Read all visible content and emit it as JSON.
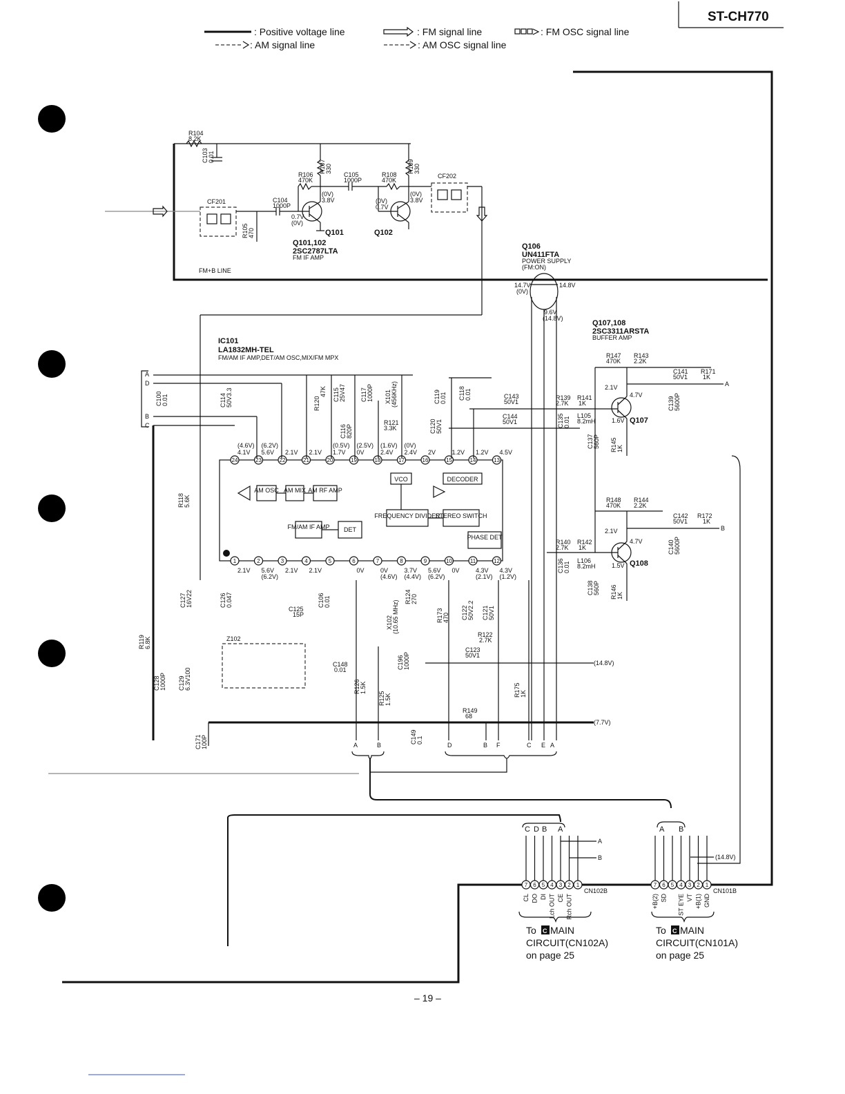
{
  "header": {
    "model": "ST-CH770"
  },
  "legend": {
    "positive_voltage": ": Positive voltage line",
    "am_signal": ": AM signal line",
    "fm_signal": ": FM signal line",
    "am_osc": ": AM OSC signal line",
    "fm_osc": ": FM OSC signal line"
  },
  "fm_if": {
    "r104": "R104",
    "r104_val": "8.2K",
    "c103": "C103",
    "c103_val": "0.01",
    "r106": "R106",
    "r106_val": "470K",
    "r107": "R107",
    "r107_val": "330",
    "c105": "C105",
    "c105_val": "1000P",
    "r108": "R108",
    "r108_val": "470K",
    "r109": "R109",
    "r109_val": "330",
    "cf201": "CF201",
    "cf202": "CF202",
    "c104": "C104",
    "c104_val": "1000P",
    "r105": "R105",
    "r105_val": "470",
    "q101": "Q101",
    "q102": "Q102",
    "q101_v1": "(0V)",
    "q101_v2": "3.8V",
    "q101_v3": "0.7V",
    "q101_v4": "(0V)",
    "q102_v1": "(0V)",
    "q102_v2": "3.8V",
    "q102_v3": "(0V)",
    "q102_v4": "0.7V",
    "q_part": "Q101,102",
    "q_type": "2SC2787LTA",
    "q_func": "FM IF AMP",
    "fm_b_line": "FM+B LINE"
  },
  "q106": {
    "name": "Q106",
    "type": "UN411FTA",
    "func1": "POWER SUPPLY",
    "func2": "(FM:ON)",
    "v_in": "14.7V",
    "v_in2": "(0V)",
    "v_out": "14.8V",
    "v_b1": "9.6V",
    "v_b2": "(14.8V)"
  },
  "buffer": {
    "name": "Q107,108",
    "type": "2SC3311ARSTA",
    "func": "BUFFER AMP",
    "r147": "R147",
    "r147_val": "470K",
    "r143": "R143",
    "r143_val": "2.2K",
    "c141": "C141",
    "c141_val": "50V1",
    "r171": "R171",
    "r171_val": "1K",
    "v21a": "2.1V",
    "v47a": "4.7V",
    "v16a": "1.6V",
    "q107": "Q107",
    "c143": "C143",
    "c143_val": "50V1",
    "c144": "C144",
    "c144_val": "50V1",
    "r139": "R139",
    "r139_val": "2.7K",
    "r141": "R141",
    "r141_val": "1K",
    "c135": "C135",
    "c135_val": "0.01",
    "l105": "L105",
    "l105_val": "8.2mH",
    "c137": "C137",
    "c137_val": "560P",
    "r145": "R145",
    "r145_val": "1K",
    "c139": "C139",
    "c139_val": "5600P",
    "r148": "R148",
    "r148_val": "470K",
    "r144": "R144",
    "r144_val": "2.2K",
    "c142": "C142",
    "c142_val": "50V1",
    "r172": "R172",
    "r172_val": "1K",
    "v21b": "2.1V",
    "v47b": "4.7V",
    "v15b": "1.5V",
    "q108": "Q108",
    "r140": "R140",
    "r140_val": "2.7K",
    "r142": "R142",
    "r142_val": "1K",
    "c136": "C136",
    "c136_val": "0.01",
    "l106": "L106",
    "l106_val": "8.2mH",
    "c138": "C138",
    "c138_val": "560P",
    "r146": "R146",
    "r146_val": "1K",
    "c140": "C140",
    "c140_val": "5600P"
  },
  "ic101": {
    "name": "IC101",
    "type": "LA1832MH-TEL",
    "func": "FM/AM IF AMP,DET/AM OSC,MIX/FM MPX",
    "blocks": {
      "am_osc": "AM OSC",
      "am_mix": "AM MIX",
      "am_rf": "AM RF AMP",
      "vco": "VCO",
      "decoder": "DECODER",
      "fmam_if": "FM/AM IF AMP",
      "det": "DET",
      "freq_div": "FREQUENCY DIVIDER",
      "stereo_sw": "STEREO SWITCH",
      "phase_det": "PHASE DET"
    },
    "top_pins": [
      "24",
      "23",
      "22",
      "21",
      "20",
      "19",
      "18",
      "17",
      "16",
      "15",
      "14",
      "13"
    ],
    "top_volts": [
      "(4.6V)",
      "(6.2V)",
      "",
      "",
      "(0.5V)",
      "(2.5V)",
      "(1.6V)",
      "(0V)",
      "",
      "",
      "",
      ""
    ],
    "top_volts2": [
      "4.1V",
      "5.6V",
      "2.1V",
      "2.1V",
      "1.7V",
      "0V",
      "2.4V",
      "2.4V",
      "2V",
      "1.2V",
      "1.2V",
      "4.5V"
    ],
    "bot_pins": [
      "1",
      "2",
      "3",
      "4",
      "5",
      "6",
      "7",
      "8",
      "9",
      "10",
      "11",
      "12"
    ],
    "bot_volts": [
      "2.1V",
      "5.6V",
      "2.1V",
      "2.1V",
      "",
      "0V",
      "0V",
      "3.7V",
      "5.6V",
      "0V",
      "4.3V",
      "4.3V"
    ],
    "bot_volts2": [
      "",
      "(6.2V)",
      "",
      "",
      "",
      "",
      "(4.6V)",
      "(4.4V)",
      "(6.2V)",
      "",
      "(2.1V)",
      "(1.2V)"
    ]
  },
  "parts": {
    "c100": "C100",
    "c100_val": "0.01",
    "c114": "C114",
    "c114_val": "50V3.3",
    "r120": "R120",
    "r120_val": "47K",
    "c115": "C115",
    "c115_val": "25V47",
    "c117": "C117",
    "c117_val": "1000P",
    "x101": "X101",
    "x101_val": "(456KHz)",
    "c119": "C119",
    "c119_val": "0.01",
    "c118": "C118",
    "c118_val": "0.01",
    "c116": "C116",
    "c116_val": "820P",
    "r121": "R121",
    "r121_val": "3.3K",
    "c120": "C120",
    "c120_val": "50V1",
    "r118": "R118",
    "r118_val": "5.6K",
    "c127": "C127",
    "c127_val": "16V22",
    "c126": "C126",
    "c126_val": "0.047",
    "c125": "C125",
    "c125_val": "15P",
    "c106": "C106",
    "c106_val": "0.01",
    "z102": "Z102",
    "r119": "R119",
    "r119_val": "6.8K",
    "c128": "C128",
    "c128_val": "1000P",
    "c129": "C129",
    "c129_val": "6.3V100",
    "c148": "C148",
    "c148_val": "0.01",
    "r126": "R126",
    "r126_val": "1.5K",
    "r125": "R125",
    "r125_val": "1.5K",
    "x102": "X102",
    "x102_val": "(10.65 MHz)",
    "r124": "R124",
    "r124_val": "270",
    "c196": "C196",
    "c196_val": "1000P",
    "r173": "R173",
    "r173_val": "470",
    "c122": "C122",
    "c122_val": "50V2.2",
    "c121": "C121",
    "c121_val": "50V1",
    "r122": "R122",
    "r122_val": "2.7K",
    "c123": "C123",
    "c123_val": "50V1",
    "r175": "R175",
    "r175_val": "1K",
    "r149": "R149",
    "r149_val": "68",
    "c149": "C149",
    "c149_val": "0.1",
    "c171": "C171",
    "c171_val": "100P",
    "v148": "(14.8V)",
    "v77": "(7.7V)",
    "v148b": "(14.8V)"
  },
  "bus_letters": {
    "left": [
      "A",
      "D",
      "B",
      "C"
    ],
    "bottom1": [
      "A",
      "B"
    ],
    "bottom2": [
      "D",
      "B",
      "F",
      "C",
      "E",
      "A"
    ],
    "right_a": "A",
    "right_b": "B"
  },
  "connectors": {
    "cn102b": "CN102B",
    "cn101b": "CN101B",
    "cn102b_top": [
      "C",
      "D",
      "B",
      "A"
    ],
    "cn101b_top": [
      "A",
      "B"
    ],
    "cn102b_pins": [
      "7",
      "6",
      "5",
      "4",
      "3",
      "2",
      "1"
    ],
    "cn101b_pins": [
      "7",
      "6",
      "5",
      "4",
      "3",
      "2",
      "1"
    ],
    "cn102b_signals": [
      "CL",
      "DO",
      "DI",
      "Lch OUT",
      "CE",
      "Rch OUT",
      ""
    ],
    "cn101b_signals": [
      "+B(2)",
      "SD",
      "",
      "ST EYE",
      "VT",
      "+B(1)",
      "GND"
    ],
    "to1_a": "To",
    "to1_badge": "C",
    "to1_b": "MAIN",
    "to1_c": "CIRCUIT(CN102A)",
    "to1_d": "on page 25",
    "to2_a": "To",
    "to2_badge": "C",
    "to2_b": "MAIN",
    "to2_c": "CIRCUIT(CN101A)",
    "to2_d": "on page 25"
  },
  "footer": {
    "page": "– 19 –"
  }
}
